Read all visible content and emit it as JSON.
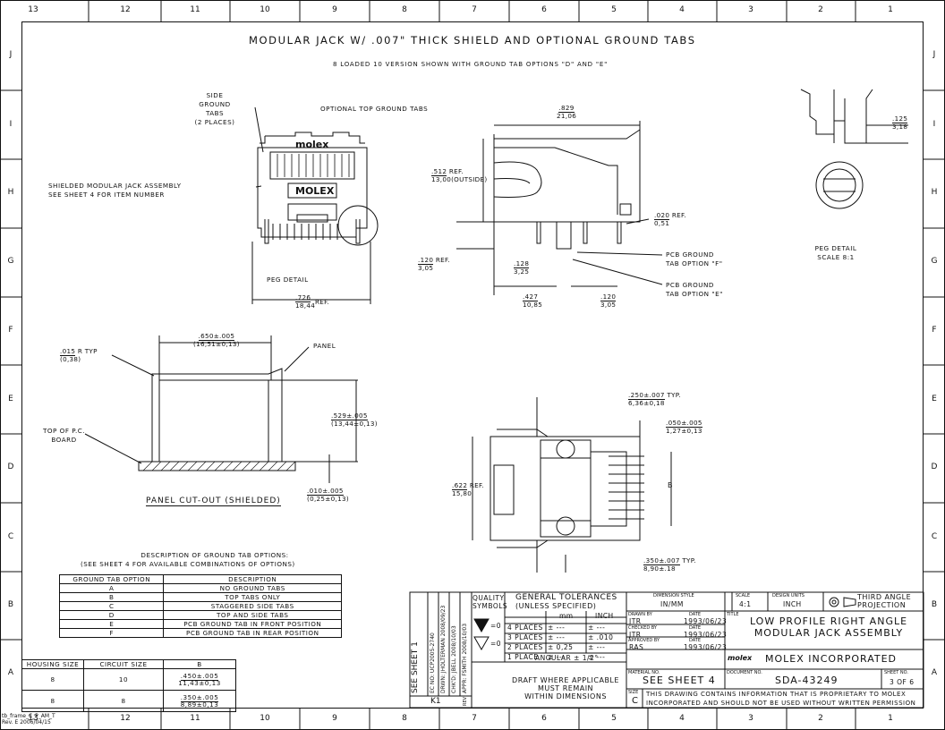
{
  "zones": {
    "columns": [
      "13",
      "12",
      "11",
      "10",
      "9",
      "8",
      "7",
      "6",
      "5",
      "4",
      "3",
      "2",
      "1"
    ],
    "rows": [
      "J",
      "I",
      "H",
      "G",
      "F",
      "E",
      "D",
      "C",
      "B",
      "A"
    ]
  },
  "header": {
    "title": "MODULAR JACK W/ .007\" THICK SHIELD AND OPTIONAL GROUND TABS",
    "subtitle": "8 LOADED 10 VERSION SHOWN WITH GROUND TAB OPTIONS \"D\" AND \"E\""
  },
  "front_view": {
    "side_tabs": [
      "SIDE",
      "GROUND",
      "TABS",
      "(2 PLACES)"
    ],
    "top_tabs": "OPTIONAL TOP GROUND TABS",
    "assembly": [
      "SHIELDED MODULAR JACK ASSEMBLY",
      "SEE SHEET 4 FOR ITEM NUMBER"
    ],
    "peg_detail": "PEG DETAIL",
    "logo_top": "molex",
    "logo_mid": "MOLEX",
    "width_in": ".726",
    "width_mm": "18,44",
    "ref": "REF."
  },
  "side_view": {
    "len_in": ".829",
    "len_mm": "21,06",
    "h_in": ".512",
    "h_ref": "REF.",
    "h_mm": "13,00",
    "h_note": "(OUTSIDE)",
    "tab_in": ".020",
    "tab_mm": "0,51",
    "tab_ref": "REF.",
    "base_in": ".120",
    "base_mm": "3,05",
    "base_ref": "REF.",
    "peg_in": ".128",
    "peg_mm": "3,25",
    "d1_in": ".427",
    "d1_mm": "10,85",
    "d2_in": ".120",
    "d2_mm": "3,05",
    "pcb_f": [
      "PCB GROUND",
      "TAB OPTION \"F\""
    ],
    "pcb_e": [
      "PCB GROUND",
      "TAB OPTION \"E\""
    ]
  },
  "peg_detail": {
    "dim_in": ".125",
    "dim_mm": "3,18",
    "label": "PEG DETAIL",
    "scale": "SCALE 8:1"
  },
  "panel": {
    "r_in": ".015",
    "r_mm": "(0,38)",
    "r_typ": "R TYP",
    "w_in": ".650±.005",
    "w_mm": "(16,51±0,13)",
    "panel_lbl": "PANEL",
    "h_in": ".529±.005",
    "h_mm": "(13,44±0,13)",
    "pcb_top": [
      "TOP OF P.C.",
      "BOARD"
    ],
    "t_in": ".010±.005",
    "t_mm": "(0,25±0,13)",
    "caption": "PANEL CUT-OUT (SHIELDED)"
  },
  "bottom_view": {
    "d1_in": ".250±.007",
    "d1_mm": "6,36±0,18",
    "d1_typ": "TYP.",
    "d2_in": ".050±.005",
    "d2_mm": "1,27±0,13",
    "h_in": ".622",
    "h_mm": "15,80",
    "h_ref": "REF.",
    "b": "B",
    "d3_in": ".350±.007",
    "d3_mm": "8,90±.18",
    "d3_typ": "TYP."
  },
  "ground_tab": {
    "heading": "DESCRIPTION OF GROUND TAB OPTIONS:",
    "sub": "(SEE SHEET 4 FOR AVAILABLE COMBINATIONS OF OPTIONS)",
    "columns": [
      "GROUND TAB OPTION",
      "DESCRIPTION"
    ],
    "rows": [
      [
        "A",
        "NO GROUND TABS"
      ],
      [
        "B",
        "TOP TABS ONLY"
      ],
      [
        "C",
        "STAGGERED SIDE TABS"
      ],
      [
        "D",
        "TOP AND SIDE TABS"
      ],
      [
        "E",
        "PCB GROUND TAB IN FRONT POSITION"
      ],
      [
        "F",
        "PCB GROUND TAB IN REAR POSITION"
      ]
    ]
  },
  "housing": {
    "columns": [
      "HOUSING SIZE",
      "CIRCUIT SIZE",
      "B"
    ],
    "rows": [
      [
        "8",
        "10",
        ".450±.005",
        "11,43±0,13"
      ],
      [
        "8",
        "8",
        ".350±.005",
        "8,89±0,13"
      ]
    ]
  },
  "title_block": {
    "see_sheet": "SEE SHEET 1",
    "revs": [
      "EC NO: UCP2005-2740",
      "DRWN: JHOLTERMAN 2008/09/23",
      "CHK'D: JBELL 2008/10/03",
      "APPR: FSMITH 2008/10/03"
    ],
    "rev_letter": "K1",
    "rev_lbl": "REV",
    "quality": "QUALITY SYMBOLS",
    "q1": "=0",
    "q2": "=0",
    "gen_tol": "GENERAL TOLERANCES",
    "gen_tol2": "(UNLESS SPECIFIED)",
    "mm": "mm",
    "inch": "INCH",
    "tol_rows": [
      [
        "4 PLACES",
        "± ---",
        "± ---"
      ],
      [
        "3 PLACES",
        "± ---",
        "± .010"
      ],
      [
        "2 PLACES",
        "± 0,25",
        "± ---"
      ],
      [
        "1 PLACE",
        "± ---",
        "± ---"
      ]
    ],
    "angular": "ANGULAR ± 1/2°",
    "draft": [
      "DRAFT WHERE APPLICABLE",
      "MUST REMAIN",
      "WITHIN DIMENSIONS"
    ],
    "dim_style_lbl": "DIMENSION STYLE",
    "dim_style": "IN/MM",
    "scale_lbl": "SCALE",
    "scale": "4:1",
    "units_lbl": "DESIGN UNITS",
    "units": "INCH",
    "proj": [
      "THIRD ANGLE",
      "PROJECTION"
    ],
    "drawn_lbl": "DRAWN BY",
    "date_lbl": "DATE",
    "drawn": "JTR",
    "drawn_date": "1993/06/23",
    "checked_lbl": "CHECKED BY",
    "checked": "JTR",
    "checked_date": "1993/06/23",
    "approved_lbl": "APPROVED BY",
    "approved": "RAS",
    "approved_date": "1993/06/23",
    "title_lbl": "TITLE",
    "title": [
      "LOW PROFILE RIGHT ANGLE",
      "MODULAR JACK ASSEMBLY"
    ],
    "company": "MOLEX INCORPORATED",
    "logo": "molex",
    "material_lbl": "MATERIAL NO.",
    "material": "SEE SHEET 4",
    "doc_lbl": "DOCUMENT NO.",
    "doc": "SDA-43249",
    "sheet_lbl": "SHEET NO.",
    "sheet": "3 OF 6",
    "size_lbl": "SIZE",
    "size": "C",
    "prop": [
      "THIS DRAWING CONTAINS INFORMATION THAT IS PROPRIETARY TO MOLEX",
      "INCORPORATED AND SHOULD NOT BE USED WITHOUT WRITTEN PERMISSION"
    ]
  },
  "frame_info": [
    "tb_frame_C_P_AM_T",
    "Rev. E 2006/04/15"
  ]
}
